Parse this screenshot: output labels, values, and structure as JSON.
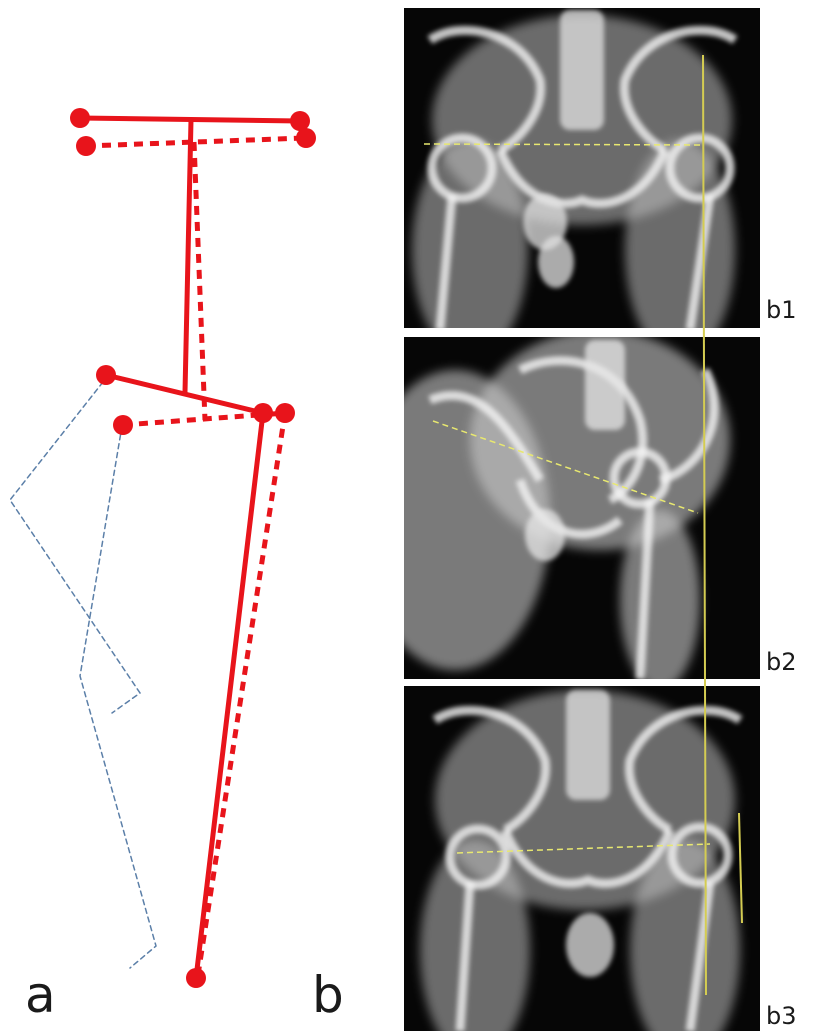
{
  "figure": {
    "panel_a_label": "a",
    "panel_b_label": "b",
    "xray_labels": [
      "b1",
      "b2",
      "b3"
    ]
  },
  "colors": {
    "model": "#e8141b",
    "trace": "#5b7fa8",
    "guide": "#e8e870",
    "plumb": "#d4cc52",
    "xray_bg": "#060606"
  }
}
